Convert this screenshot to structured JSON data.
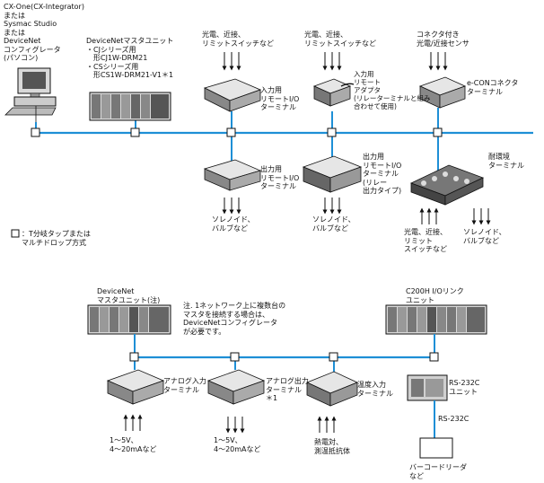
{
  "colors": {
    "bus": "#1e8fd6",
    "device_dark": "#555555",
    "device_light": "#d9d9d9",
    "line": "#111111"
  },
  "pc": {
    "label": "CX-One(CX-Integrator)\nまたは\nSysmac Studio\nまたは\nDeviceNet\nコンフィグレータ\n(パソコン)"
  },
  "master_top": {
    "label": "DeviceNetマスタユニット\n・CJシリーズ用\n　形CJ1W-DRM21\n・CSシリーズ用\n　形CS1W-DRM21-V1＊1"
  },
  "top_terminals": {
    "input_terminal": {
      "sensors": "光電、近接、\nリミットスイッチなど",
      "label": "入力用\nリモートI/O\nターミナル"
    },
    "input_adapter": {
      "sensors": "光電、近接、\nリミットスイッチなど",
      "label": "入力用\nリモート\nアダプタ\n(リレーターミナルと組み\n合わせて使用)"
    },
    "econ_terminal": {
      "sensors": "コネクタ付き\n光電/近接センサ",
      "label": "e-CONコネクタ\nターミナル"
    }
  },
  "lower_terminals": {
    "output_terminal": {
      "label": "出力用\nリモートI/O\nターミナル",
      "loads": "ソレノイド、\nバルブなど"
    },
    "output_relay": {
      "label": "出力用\nリモートI/O\nターミナル\n(リレー\n出力タイプ)",
      "loads": "ソレノイド、\nバルブなど"
    },
    "env_terminal": {
      "label": "耐環境\nターミナル",
      "sensors": "光電、近接、\nリミット\nスイッチなど",
      "loads": "ソレノイド、\nバルブなど"
    }
  },
  "legend": {
    "text": "：T分岐タップまたは\nマルチドロップ方式"
  },
  "network2": {
    "master": "DeviceNet\nマスタユニット(注)",
    "note": "注. 1ネットワーク上に複数台の\nマスタを接続する場合は、\nDeviceNetコンフィグレータ\nが必要です。",
    "c200h": "C200H I/Oリンク\nユニット"
  },
  "bottom_terminals": {
    "analog_in": {
      "label": "アナログ入力\nターミナル",
      "signal": "1～5V、\n4～20mAなど"
    },
    "analog_out": {
      "label": "アナログ出力\nターミナル\n＊1",
      "signal": "1～5V、\n4～20mAなど"
    },
    "temp_in": {
      "label": "温度入力\nターミナル",
      "signal": "熱電対、\n測温抵抗体"
    },
    "rs232c_unit": {
      "label": "RS-232C\nユニット",
      "line": "RS-232C"
    },
    "barcode": {
      "label": "バーコードリーダ\nなど"
    }
  }
}
